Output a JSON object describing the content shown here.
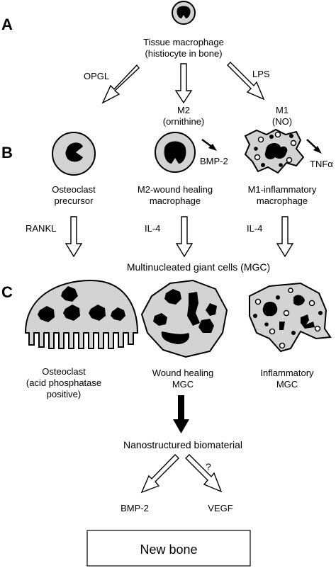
{
  "panels": {
    "a": "A",
    "b": "B",
    "c": "C"
  },
  "top": {
    "line1": "Tissue macrophage",
    "line2": "(histiocyte in bone)"
  },
  "stimuli": {
    "opgl": "OPGL",
    "lps": "LPS",
    "m2_line1": "M2",
    "m2_line2": "(ornithine)",
    "m1_line1": "M1",
    "m1_line2": "(NO)"
  },
  "secreted": {
    "bmp2": "BMP-2",
    "tnf": "TNFα"
  },
  "stageB": {
    "osteoclast_precursor": [
      "Osteoclast",
      "precursor"
    ],
    "m2_macrophage": [
      "M2-wound healing",
      "macrophage"
    ],
    "m1_macrophage": [
      "M1-inflammatory",
      "macrophage"
    ]
  },
  "cytokines": {
    "rankl": "RANKL",
    "il4_left": "IL-4",
    "il4_right": "IL-4"
  },
  "mgc_header": "Multinucleated giant cells (MGC)",
  "stageC": {
    "osteoclast": [
      "Osteoclast",
      "(acid phosphatase",
      "positive)"
    ],
    "wound_mgc": [
      "Wound healing",
      "MGC"
    ],
    "inflam_mgc": [
      "Inflammatory",
      "MGC"
    ]
  },
  "biomaterial": "Nanostructured biomaterial",
  "question": "?",
  "outputs": {
    "bmp2": "BMP-2",
    "vegf": "VEGF"
  },
  "result": "New bone"
}
